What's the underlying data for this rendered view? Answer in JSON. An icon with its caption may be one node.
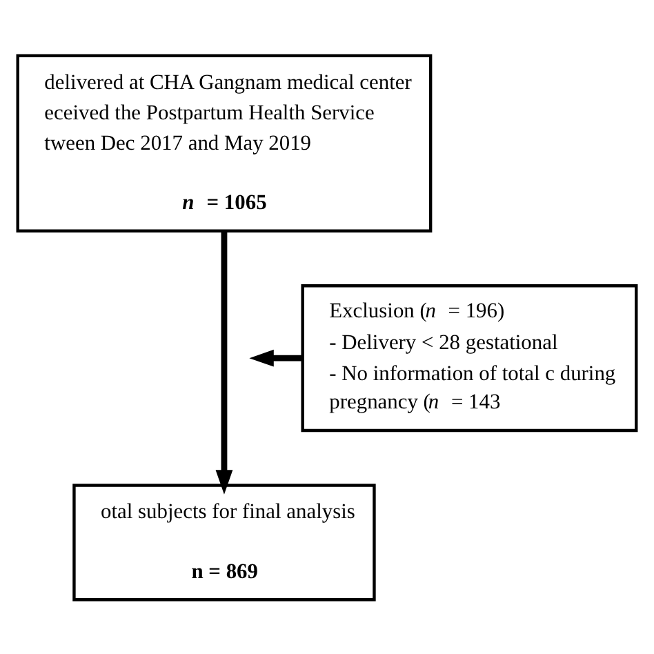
{
  "diagram": {
    "nodes": [
      {
        "text": [
          "delivered at CHA Gangnam medical center eceived the Postpartum Health Service tween Dec 2017 and May 2019",
          "*n* = 1065"
        ]
      },
      {
        "text": [
          "Exclusion (*n* = 196)",
          "- Delivery < 28 gestational",
          "- No information of total c during pregnancy (*n* = 143"
        ]
      },
      {
        "text": [
          "otal subjects for final analysis",
          "n = 869"
        ]
      }
    ],
    "edges": [
      {
        "from": 0,
        "to": 2,
        "arrow": "to"
      },
      {
        "from": 1,
        "to": null,
        "arrow": "to"
      }
    ]
  }
}
